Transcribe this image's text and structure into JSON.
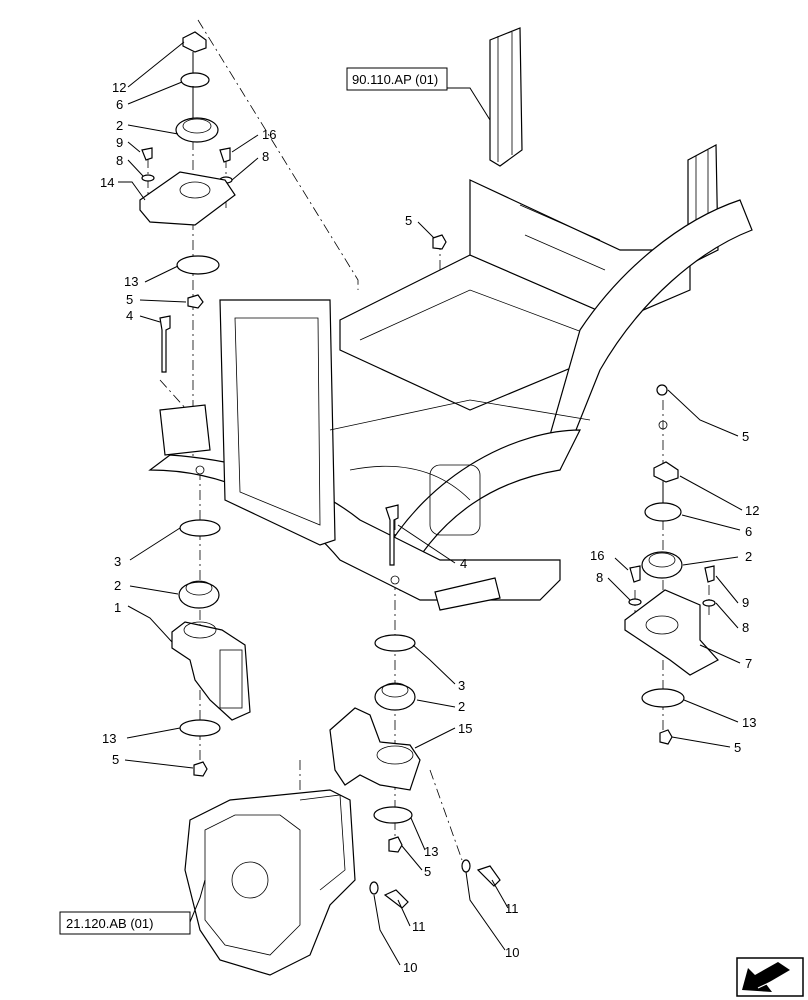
{
  "references": {
    "frame_ref": "90.110.AP (01)",
    "transmission_ref": "21.120.AB (01)"
  },
  "callouts": {
    "c12_top": "12",
    "c6_top": "6",
    "c2_top": "2",
    "c9_top": "9",
    "c8_top": "8",
    "c14": "14",
    "c16_top": "16",
    "c8_top_r": "8",
    "c13_top": "13",
    "c5_top": "5",
    "c4_left": "4",
    "c5_frame": "5",
    "c5_right": "5",
    "c12_right": "12",
    "c6_right": "6",
    "c16_right": "16",
    "c2_right": "2",
    "c8_right_l": "8",
    "c9_right": "9",
    "c8_right_r": "8",
    "c7": "7",
    "c13_right": "13",
    "c5_right_b": "5",
    "c4_mid": "4",
    "c3_left": "3",
    "c2_left": "2",
    "c1": "1",
    "c13_left": "13",
    "c5_left": "5",
    "c3_mid": "3",
    "c2_mid": "2",
    "c15": "15",
    "c13_mid": "13",
    "c5_mid": "5",
    "c11_a": "11",
    "c10_a": "10",
    "c11_b": "11",
    "c10_b": "10"
  },
  "icons": {
    "corner": "arrow-icon"
  }
}
